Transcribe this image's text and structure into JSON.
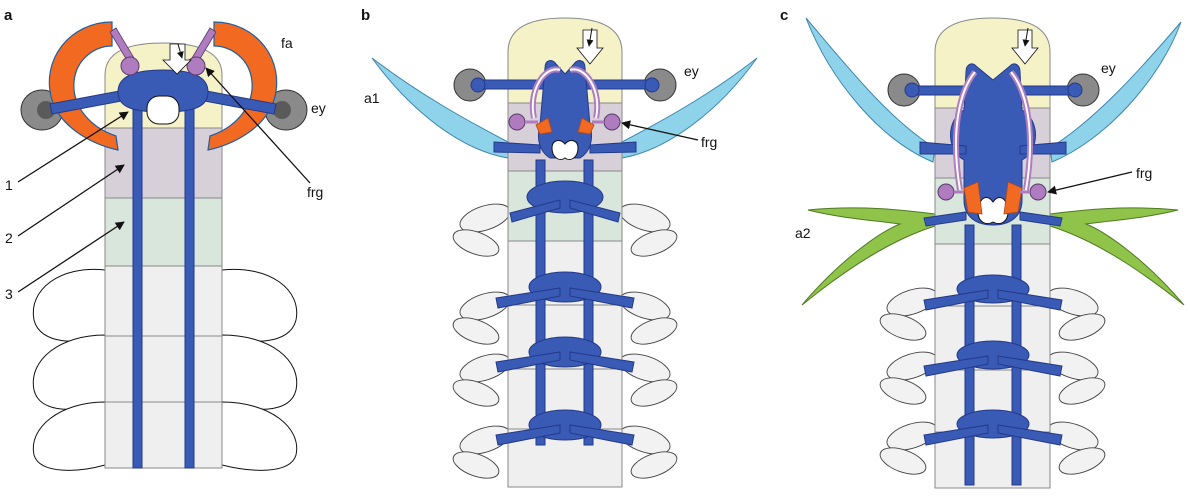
{
  "figure": {
    "panels": [
      {
        "letter": "a",
        "labels": {
          "fa": "fa",
          "ey": "ey",
          "frg": "frg",
          "n1": "1",
          "n2": "2",
          "n3": "3"
        }
      },
      {
        "letter": "b",
        "labels": {
          "a1": "a1",
          "ey": "ey",
          "frg": "frg"
        }
      },
      {
        "letter": "c",
        "labels": {
          "a2": "a2",
          "ey": "ey",
          "frg": "frg"
        }
      }
    ],
    "colors": {
      "nerve_cord": "#3a5bb5",
      "nerve_outline": "#23398a",
      "frontal_appendage": "#f26a22",
      "frontal_ganglion": "#b07cc0",
      "eye_outer": "#8a8a8a",
      "eye_inner": "#5a5a5a",
      "antenna_a1": "#8fd3ea",
      "antenna_a2": "#8fc34a",
      "segment_head": "#f5f2c8",
      "segment_1": "#d8d0d8",
      "segment_2": "#d9e6dc",
      "segment_trunk": "#efefef",
      "appendage": "#f2f2f2"
    }
  }
}
